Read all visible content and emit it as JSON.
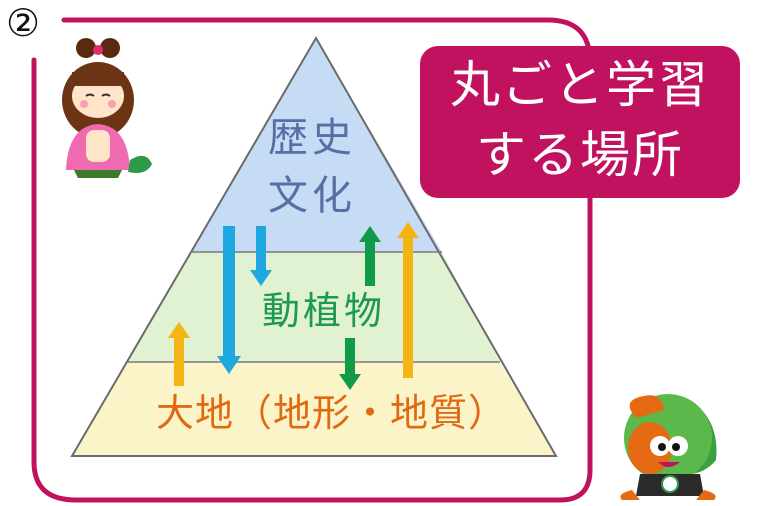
{
  "badge_number": "②",
  "title_badge": {
    "line1": "丸ごと学習",
    "line2": "する場所",
    "color": "#c0125e"
  },
  "pyramid": {
    "top": {
      "line1": "歴史",
      "line2": "文化",
      "fill": "#c6dcf4",
      "text_color": "#5a6ea6"
    },
    "middle": {
      "label": "動植物",
      "fill": "#e0f2d2",
      "text_color": "#1e9a50"
    },
    "bottom": {
      "label": "大地（地形・地質）",
      "fill": "#fbf4c8",
      "text_color": "#e06a10"
    }
  },
  "frame_color": "#c0125e",
  "arrow_colors": {
    "blue": "#1fa8e0",
    "green": "#119a48",
    "yellow": "#f4b414"
  },
  "icons": [
    "princess-mascot-icon",
    "green-mascot-icon"
  ]
}
